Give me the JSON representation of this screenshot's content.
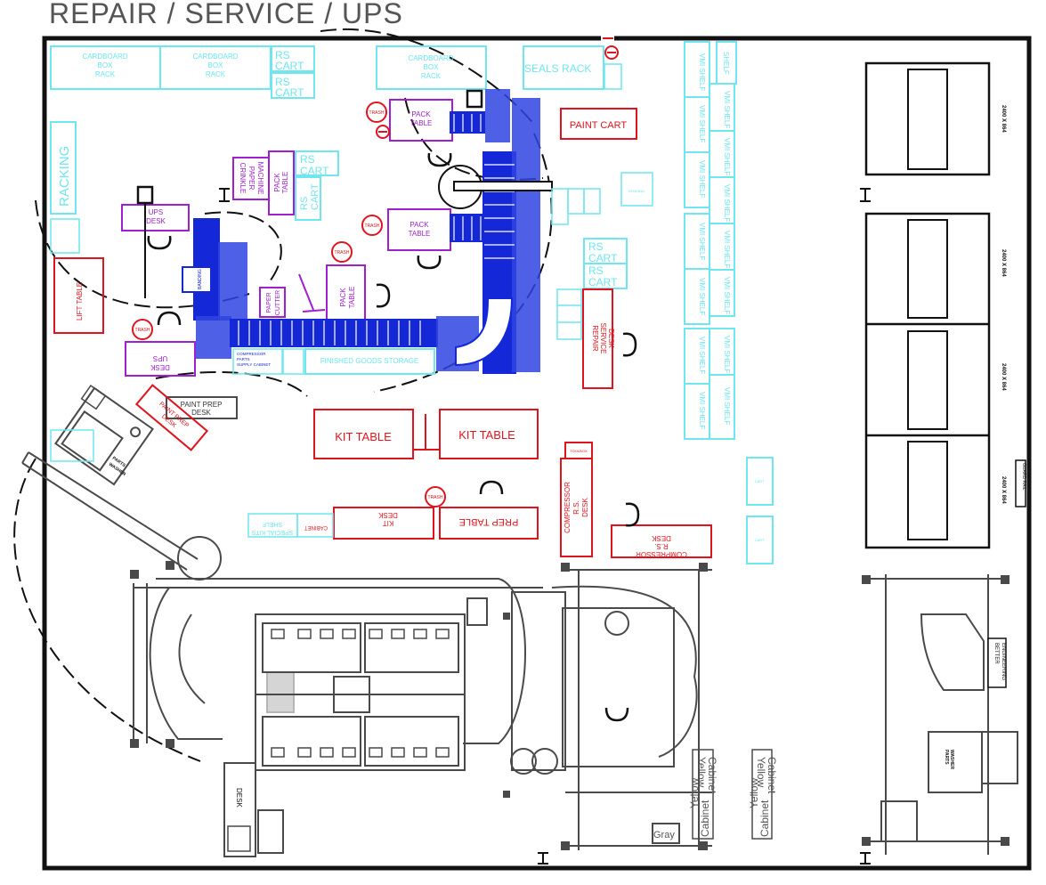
{
  "title": "REPAIR / SERVICE / UPS",
  "colors": {
    "red": "#e0141e",
    "cyan": "#6fe6f0",
    "purple": "#a020d0",
    "blue": "#1428d8",
    "gray": "#4a4a4a",
    "wall": "#111111"
  },
  "labels": {
    "cardboard_rack_1": [
      "CARDBOARD",
      "BOX",
      "RACK"
    ],
    "cardboard_rack_2": [
      "CARDBOARD",
      "BOX",
      "RACK"
    ],
    "cardboard_rack_3": [
      "CARDBOARD",
      "BOX",
      "RACK"
    ],
    "rs_cart": "RS",
    "cart": "CART",
    "seals_rack": "SEALS RACK",
    "paint_cart": "PAINT CART",
    "racking": "RACKING",
    "ups_desk_top": [
      "UPS",
      "DESK"
    ],
    "ups_desk_bottom": [
      "UPS",
      "DESK"
    ],
    "crinkle_machine": [
      "CRINKLE",
      "PAPER",
      "MACHINE"
    ],
    "pack_table": [
      "PACK",
      "TABLE"
    ],
    "trash": "TRASH",
    "lift_table": "LIFT TABLE",
    "paper_cutter": [
      "PAPER",
      "CUTTER"
    ],
    "banding": "BANDING",
    "finished_goods": "FINISHED GOODS STORAGE",
    "compressor_shelf": [
      "COMPRESSOR",
      "PARTS",
      "SUPPLY CABINET"
    ],
    "paint_prep_desk": [
      "PAINT PREP",
      "DESK"
    ],
    "paint_prep_desk_rot": [
      "PAINT PREP",
      "DESK"
    ],
    "kit_table": "KIT TABLE",
    "repair_service_desk": [
      "REPAIR",
      "SERVICE",
      "DESK"
    ],
    "vmi_shelf": "VMI SHELF",
    "shelf": "SHELF",
    "kit_desk": [
      "KIT",
      "DESK"
    ],
    "prep_table": "PREP TABLE",
    "cabinet": "CABINET",
    "special_kits_shelf": [
      "SPECIAL KITS",
      "SHELF"
    ],
    "toolbox": "TOOLBOX",
    "compressor_rs_desk": [
      "COMPRESSOR",
      "R.S.",
      "DESK"
    ],
    "parts_washer": [
      "PARTS",
      "WASHER"
    ],
    "guard_rail": "GUARD RAIL",
    "rack_dim": "2400 X 864",
    "better_engineering": [
      "BETTER",
      "ENGINEERING"
    ],
    "desk": "DESK",
    "yellow_cabinet": [
      "Yellow",
      "Cabinet"
    ],
    "gray_label": "Gray",
    "cart_small": "CART",
    "vending": "VENDING"
  }
}
